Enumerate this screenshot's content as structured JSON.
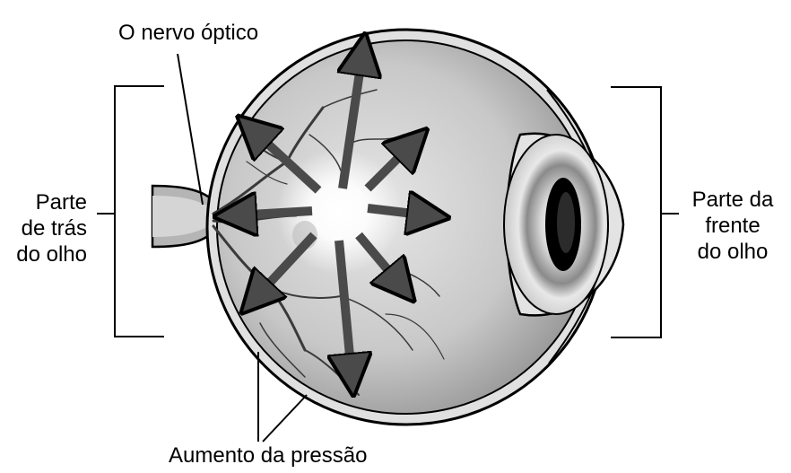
{
  "labels": {
    "optic_nerve": "O nervo óptico",
    "back_of_eye": [
      "Parte",
      "de trás",
      "do olho"
    ],
    "front_of_eye": [
      "Parte da",
      "frente",
      "do olho"
    ],
    "increased_pressure": "Aumento da pressão"
  },
  "colors": {
    "outline": "#000000",
    "eyeball_fill": "#cfcfcf",
    "eyeball_shadow": "#9a9a9a",
    "vessel": "#3a3a3a",
    "arrow": "#4a4a4a",
    "glow": "#ffffff",
    "iris": "#a9a9a9",
    "pupil": "#000000"
  },
  "icons": {
    "arrows": "pressure-arrows",
    "vessels": "blood-vessels"
  }
}
